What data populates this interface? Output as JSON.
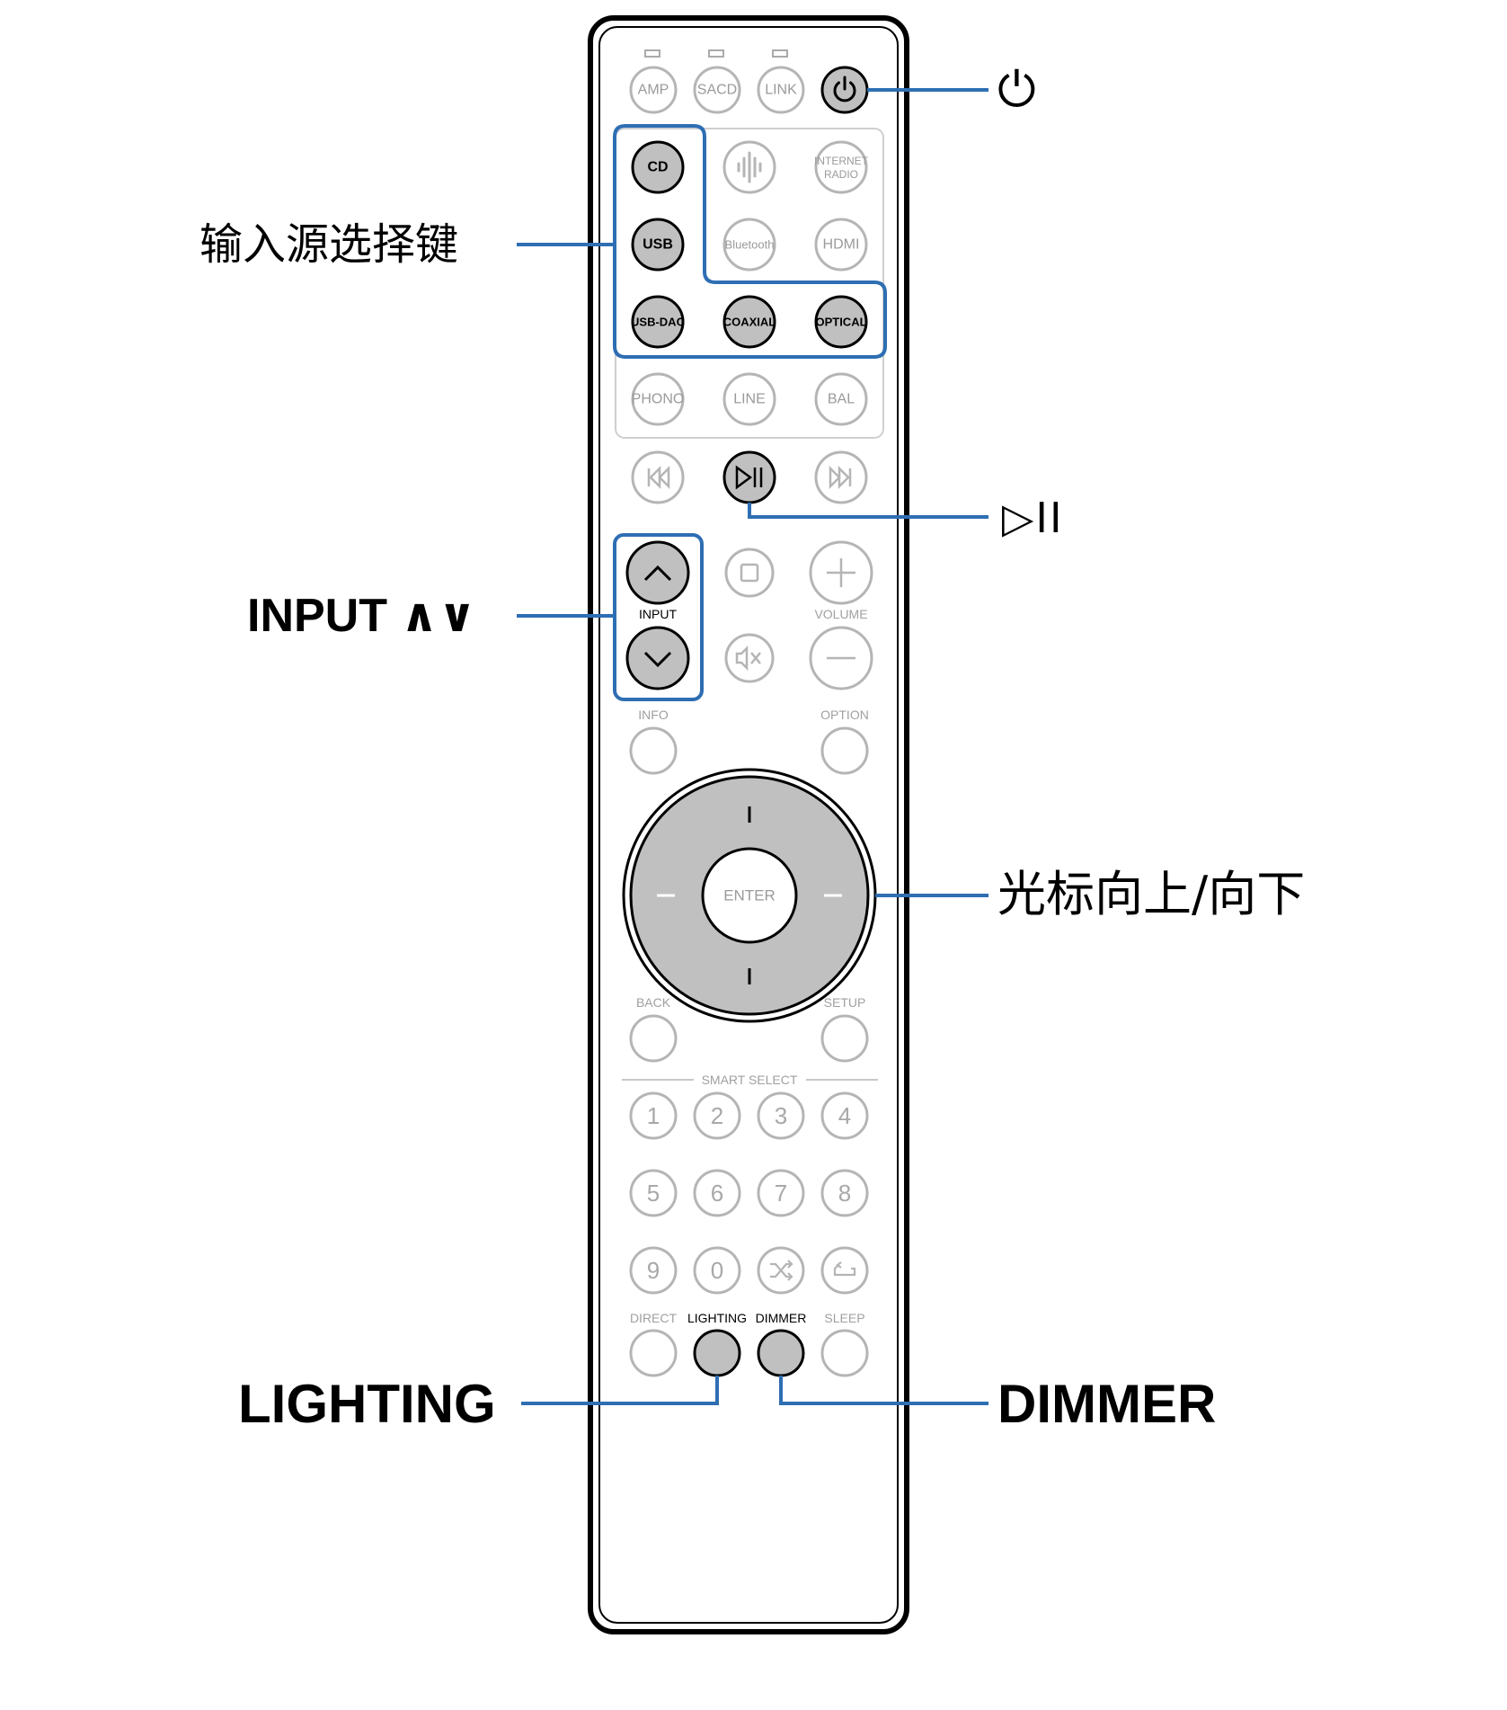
{
  "callouts": {
    "power": "⏻",
    "input_select": "输入源选择键",
    "play_pause": "▷II",
    "input_updown": "INPUT ∧∨",
    "cursor": "光标向上/向下",
    "lighting": "LIGHTING",
    "dimmer": "DIMMER"
  },
  "remote": {
    "top_row": [
      "AMP",
      "SACD",
      "LINK"
    ],
    "source_buttons": {
      "cd": "CD",
      "heos": "",
      "internet_radio_line1": "INTERNET",
      "internet_radio_line2": "RADIO",
      "usb": "USB",
      "bluetooth": "Bluetooth",
      "hdmi": "HDMI",
      "usb_dac": "USB-DAC",
      "coaxial": "COAXIAL",
      "optical": "OPTICAL",
      "phono": "PHONO",
      "line": "LINE",
      "bal": "BAL"
    },
    "input_label": "INPUT",
    "volume_label": "VOLUME",
    "info_label": "INFO",
    "option_label": "OPTION",
    "enter_label": "ENTER",
    "back_label": "BACK",
    "setup_label": "SETUP",
    "smart_select_label": "SMART SELECT",
    "number_rows": [
      [
        "1",
        "2",
        "3",
        "4"
      ],
      [
        "5",
        "6",
        "7",
        "8"
      ],
      [
        "9",
        "0"
      ]
    ],
    "bottom_labels": [
      "DIRECT",
      "LIGHTING",
      "DIMMER",
      "SLEEP"
    ]
  },
  "colors": {
    "highlight_outline": "#2e6eb3",
    "leader_line": "#2e6eb3",
    "active_button_fill": "#c0c0c0",
    "inactive_button_stroke": "#b5b5b5"
  }
}
